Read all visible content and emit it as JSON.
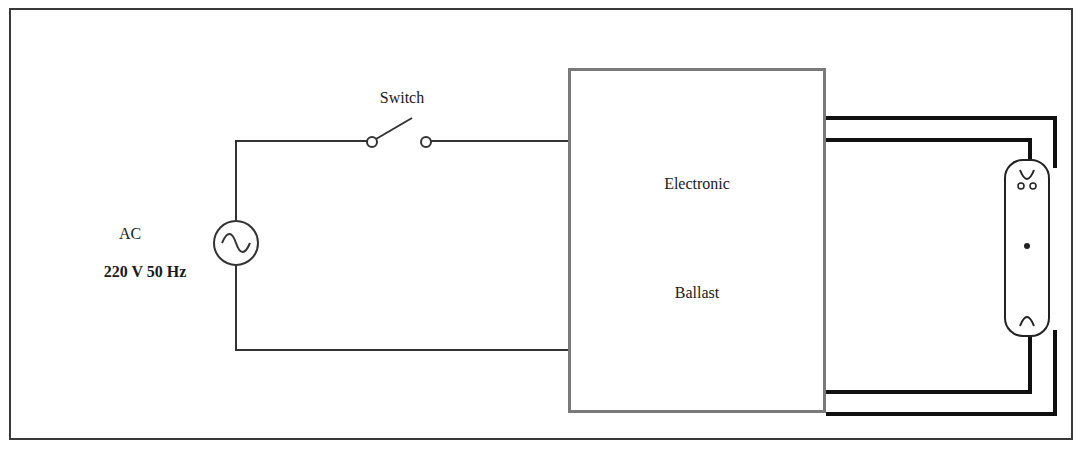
{
  "diagram": {
    "nodes": [
      {
        "text": [
          "Electronic",
          "Ballast"
        ]
      }
    ],
    "labels": [
      "Switch",
      "AC",
      "220 V 50 Hz"
    ]
  }
}
